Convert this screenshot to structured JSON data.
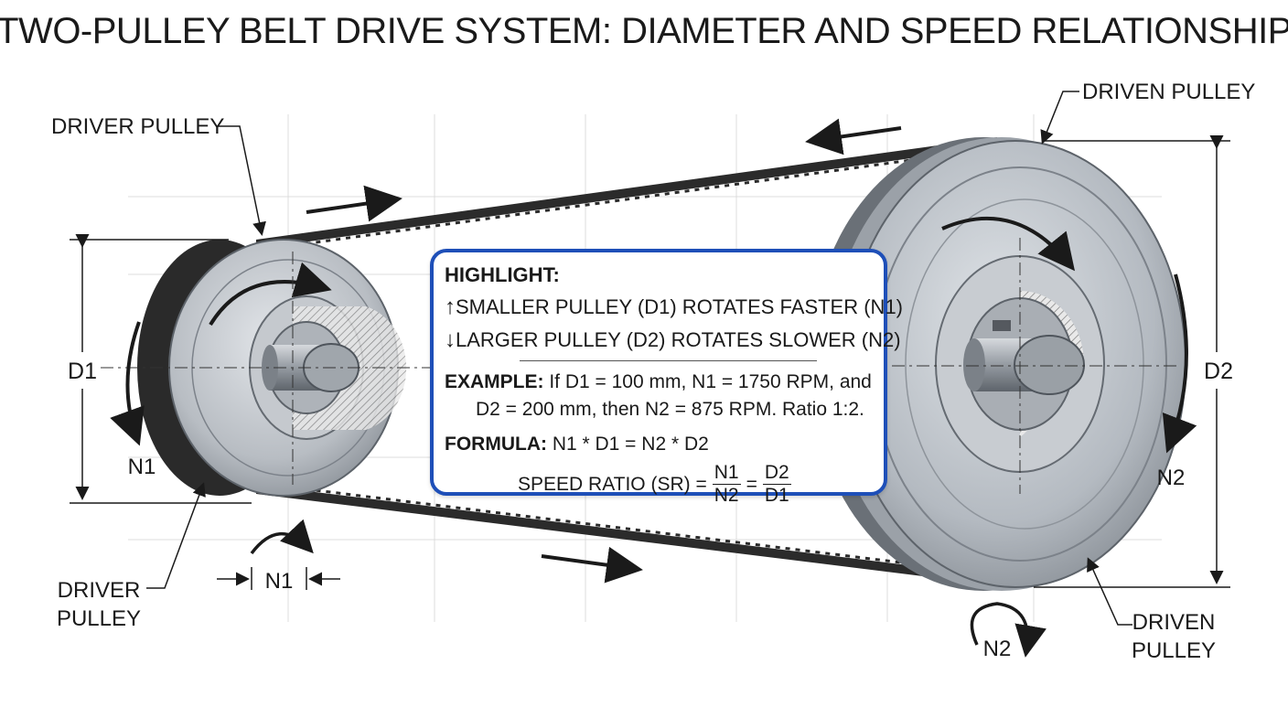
{
  "title": "TWO-PULLEY BELT DRIVE SYSTEM: DIAMETER AND SPEED RELATIONSHIP",
  "labels": {
    "driver_top": "DRIVER PULLEY",
    "driven_top": "DRIVEN PULLEY",
    "driver_bottom_1": "DRIVER",
    "driver_bottom_2": "PULLEY",
    "driven_bottom_1": "DRIVEN",
    "driven_bottom_2": "PULLEY",
    "d1": "D1",
    "d2": "D2",
    "n1_side": "N1",
    "n1_bottom": "N1",
    "n2_side": "N2",
    "n2_bottom": "N2"
  },
  "callout": {
    "heading": "HIGHLIGHT:",
    "up_arrow": "↑",
    "down_arrow": "↓",
    "line1": "SMALLER PULLEY (D1) ROTATES FASTER (N1)",
    "line2": "LARGER PULLEY (D2) ROTATES SLOWER (N2)",
    "example_label": "EXAMPLE:",
    "example_text1": " If D1 = 100 mm, N1 = 1750 RPM, and",
    "example_text2": "D2 = 200 mm, then N2 = 875 RPM. Ratio 1:2.",
    "formula_label": "FORMULA:",
    "formula_text": " N1 * D1 = N2 * D2",
    "speed_ratio_label": "SPEED RATIO (SR) =",
    "frac1_num": "N1",
    "frac1_den": "N2",
    "equals": "=",
    "frac2_num": "D2",
    "frac2_den": "D1"
  },
  "colors": {
    "accent_blue": "#1e4fb8",
    "belt": "#2b2b2b",
    "metal": "#b9bec4",
    "metal_dark": "#8a9097",
    "grid": "#d9d9d9"
  }
}
